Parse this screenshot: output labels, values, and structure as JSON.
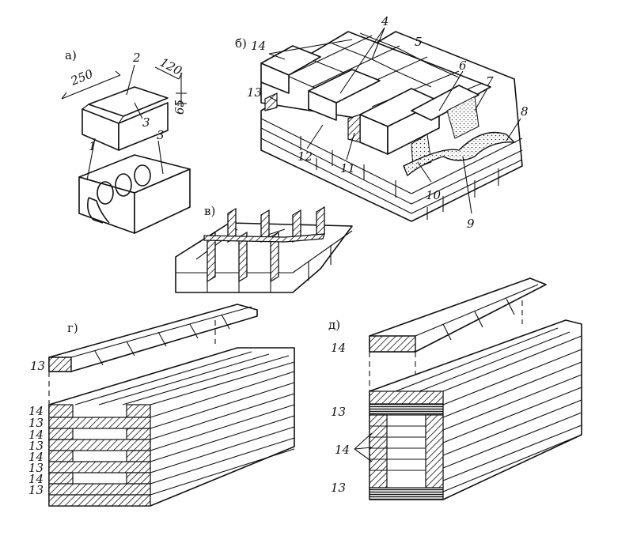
{
  "panels": {
    "a": "а)",
    "b": "б)",
    "v": "в)",
    "g": "г)",
    "d": "д)"
  },
  "dimensions": {
    "length": "250",
    "width": "120",
    "height": "65"
  },
  "labels_a": {
    "n1": "1",
    "n2": "2",
    "n3": "3"
  },
  "labels_b": {
    "n4": "4",
    "n5": "5",
    "n6": "6",
    "n7": "7",
    "n8": "8",
    "n9": "9",
    "n10": "10",
    "n11": "11",
    "n12": "12",
    "n13": "13",
    "n14": "14"
  },
  "labels_g": [
    "13",
    "14",
    "13",
    "14",
    "13",
    "14",
    "13",
    "14",
    "13"
  ],
  "labels_d": {
    "top14": "14",
    "mid13": "13",
    "mid14": "14",
    "bot13": "13"
  },
  "colors": {
    "ink": "#111111",
    "paper": "#ffffff"
  }
}
